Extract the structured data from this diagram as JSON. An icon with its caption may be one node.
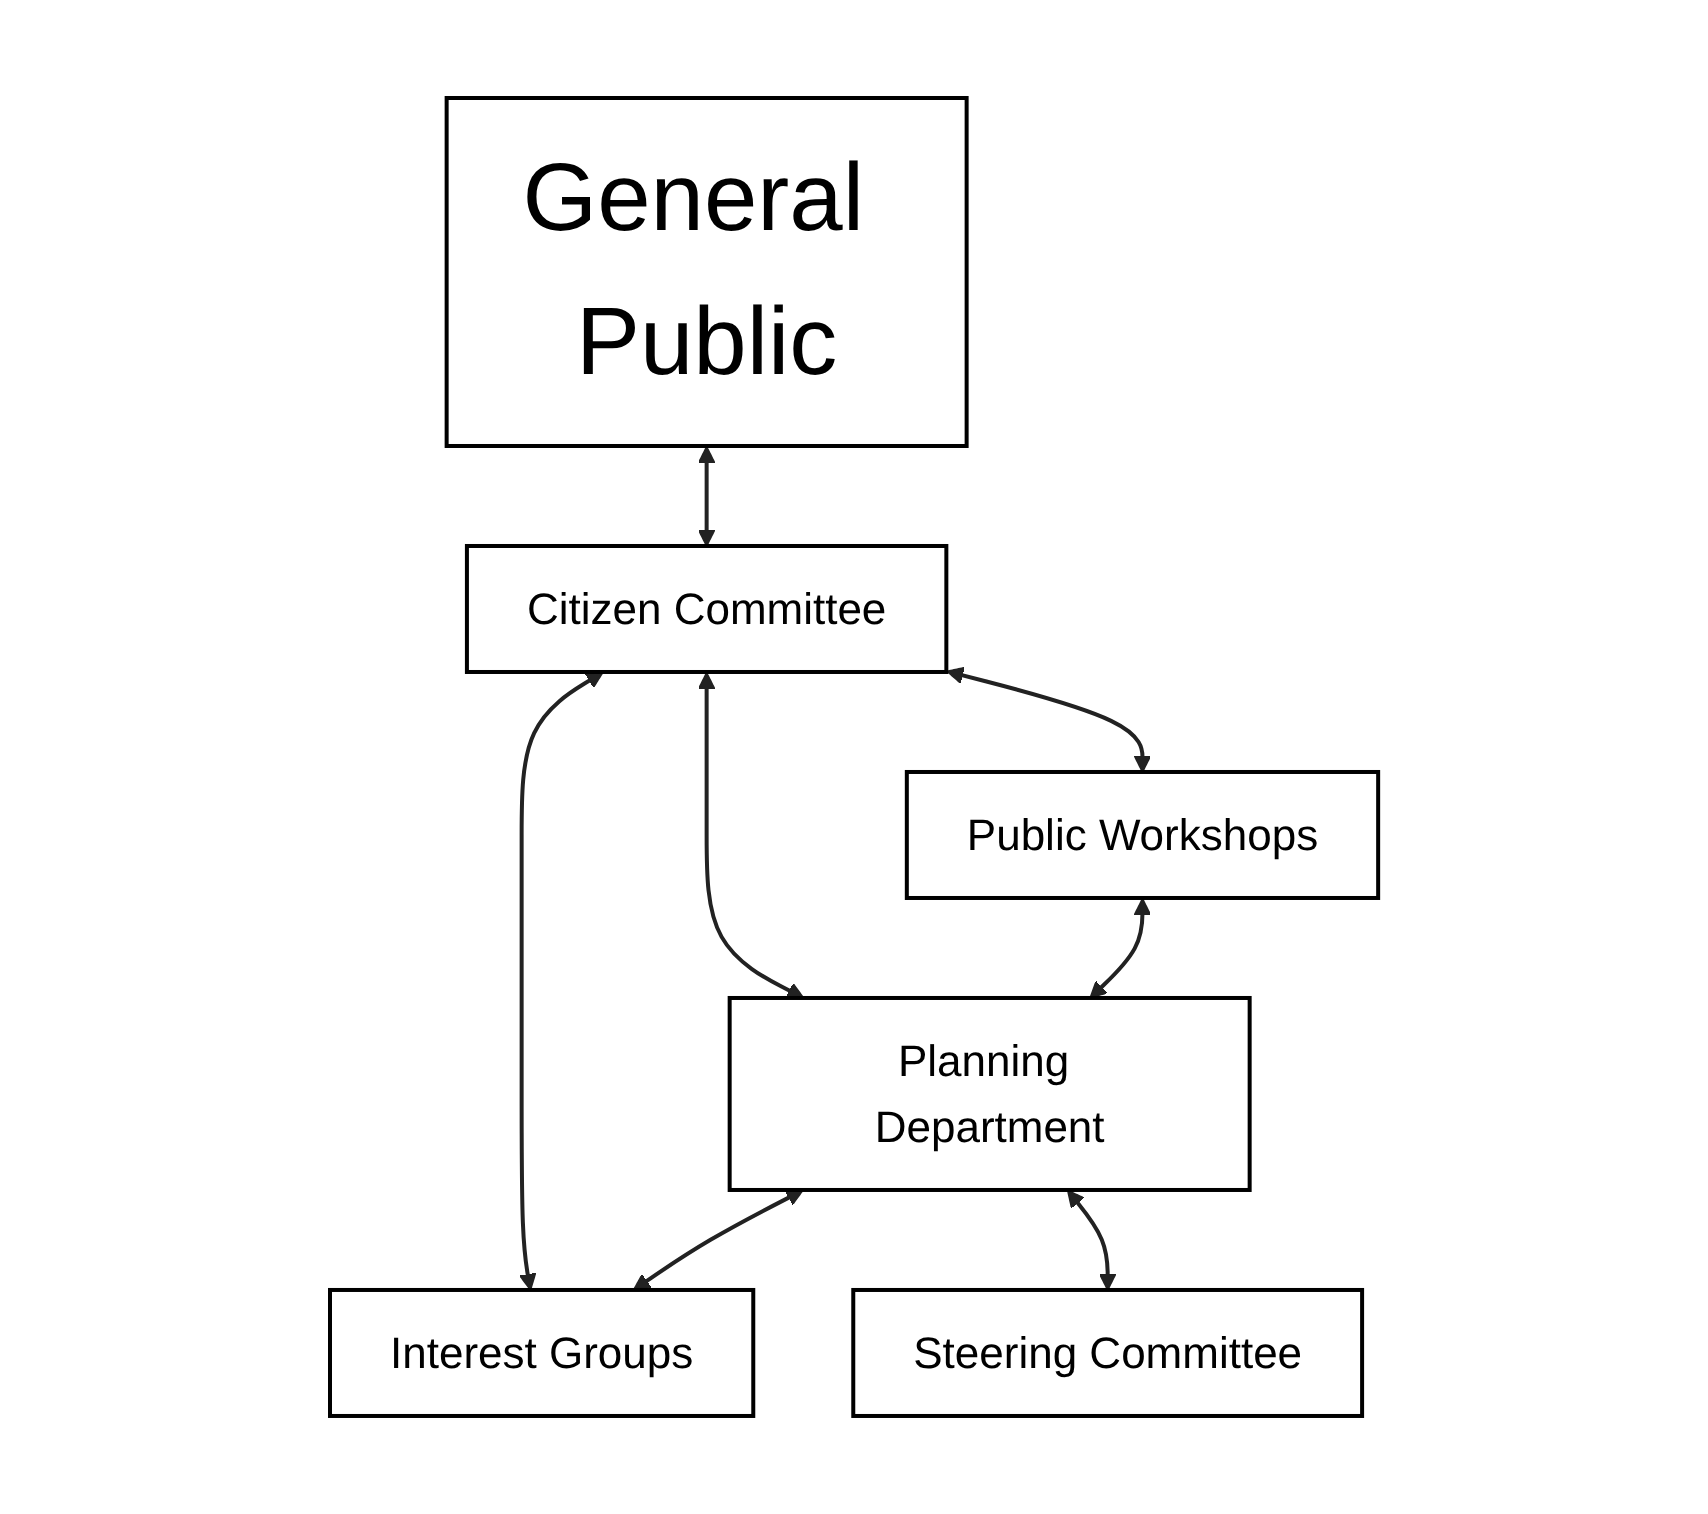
{
  "diagram": {
    "nodes": [
      {
        "text": [
          "General Public"
        ]
      },
      {
        "text": [
          "Citizen Committee"
        ]
      },
      {
        "text": [
          "Public Workshops"
        ]
      },
      {
        "text": [
          "Planning Department"
        ]
      },
      {
        "text": [
          "Interest Groups"
        ]
      },
      {
        "text": [
          "Steering Committee"
        ]
      }
    ],
    "edges": [
      {
        "from": 0,
        "to": 1,
        "arrow": "both"
      },
      {
        "from": 1,
        "to": 2,
        "arrow": "both"
      },
      {
        "from": 1,
        "to": 4,
        "arrow": "both"
      },
      {
        "from": 1,
        "to": 3,
        "arrow": "both"
      },
      {
        "from": 2,
        "to": 3,
        "arrow": "both"
      },
      {
        "from": 3,
        "to": 4,
        "arrow": "both"
      },
      {
        "from": 3,
        "to": 5,
        "arrow": "both"
      }
    ]
  }
}
